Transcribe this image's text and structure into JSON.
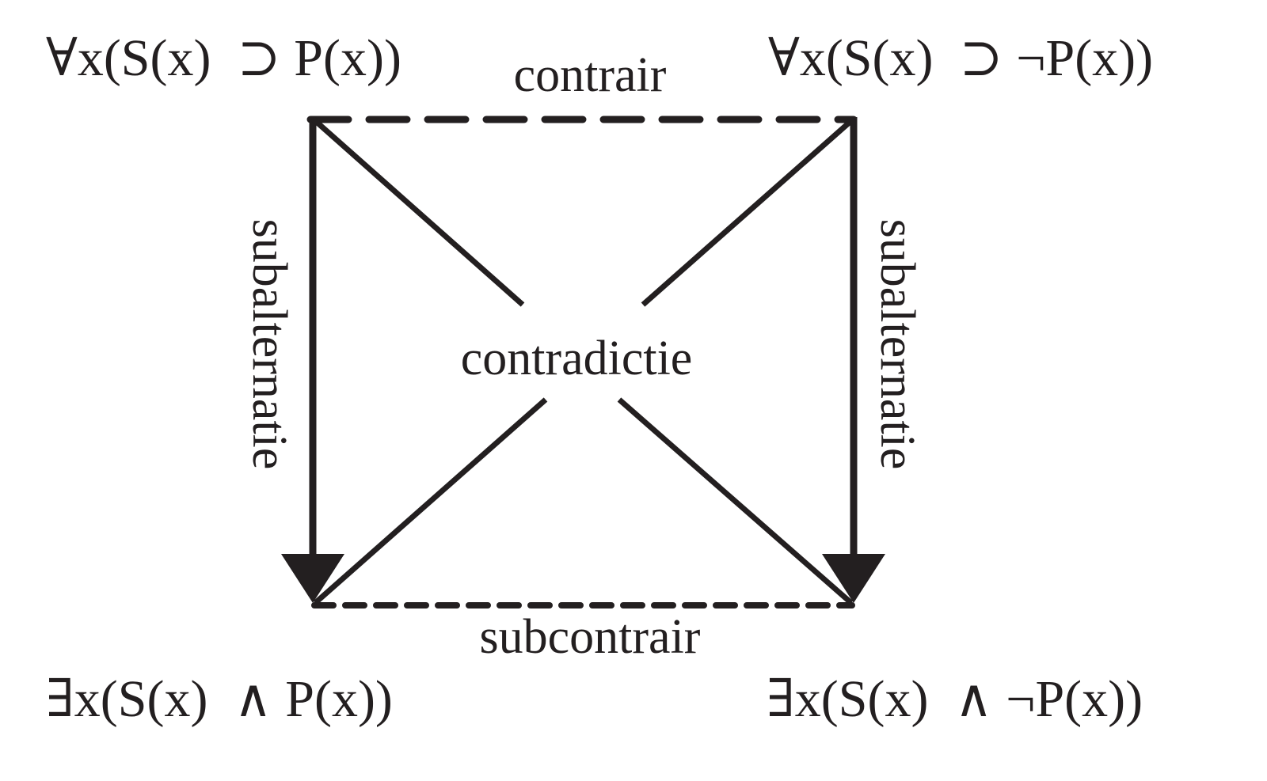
{
  "diagram": {
    "corners": {
      "top_left": "∀x(S(x)  ⊃ P(x))",
      "top_right": "∀x(S(x)  ⊃ ¬P(x))",
      "bottom_left": "∃x(S(x)  ∧ P(x))",
      "bottom_right": "∃x(S(x)  ∧ ¬P(x))"
    },
    "relations": {
      "top": "contrair",
      "bottom": "subcontrair",
      "left": "subalternatie",
      "right": "subalternatie",
      "center": "contradictie"
    },
    "colors": {
      "ink": "#231f20",
      "background": "#ffffff"
    }
  }
}
